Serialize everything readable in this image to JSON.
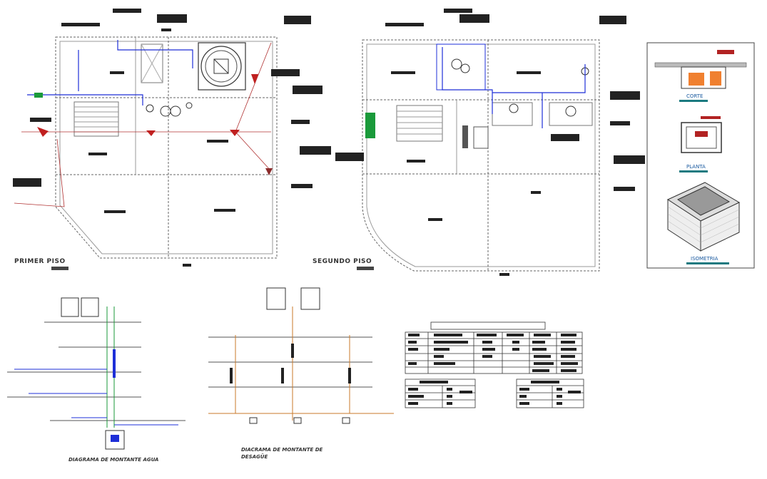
{
  "plans": {
    "first_floor_title": "PRIMER PISO",
    "second_floor_title": "SEGUNDO PISO"
  },
  "tank_detail": {
    "corte_label": "CORTE",
    "planta_label": "PLANTA",
    "isometria_label": "ISOMETRIA"
  },
  "diagrams": {
    "water_riser_title": "DIAGRAMA DE MONTANTE AGUA",
    "drain_riser_title_line1": "DIACRAMA DE MONTANTE DE",
    "drain_riser_title_line2": "DESAGÜE"
  },
  "colors": {
    "line": "#555555",
    "column": "#888888",
    "water": "#1e2fd8",
    "drain": "#c97a2a",
    "accent_green": "#1a9a3a",
    "accent_red": "#c02020",
    "label_box": "#222222",
    "teal_underline": "#1b7a80"
  }
}
